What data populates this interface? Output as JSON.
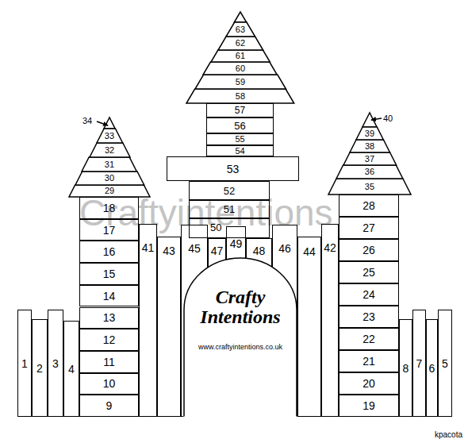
{
  "diagram": {
    "nodes": [
      {
        "text": [
          "1"
        ]
      },
      {
        "text": [
          "2"
        ]
      },
      {
        "text": [
          "3"
        ]
      },
      {
        "text": [
          "4"
        ]
      },
      {
        "text": [
          "5"
        ]
      },
      {
        "text": [
          "6"
        ]
      },
      {
        "text": [
          "7"
        ]
      },
      {
        "text": [
          "8"
        ]
      },
      {
        "text": [
          "9"
        ]
      },
      {
        "text": [
          "10"
        ]
      },
      {
        "text": [
          "11"
        ]
      },
      {
        "text": [
          "12"
        ]
      },
      {
        "text": [
          "13"
        ]
      },
      {
        "text": [
          "14"
        ]
      },
      {
        "text": [
          "15"
        ]
      },
      {
        "text": [
          "16"
        ]
      },
      {
        "text": [
          "17"
        ]
      },
      {
        "text": [
          "18"
        ]
      },
      {
        "text": [
          "19"
        ]
      },
      {
        "text": [
          "20"
        ]
      },
      {
        "text": [
          "21"
        ]
      },
      {
        "text": [
          "22"
        ]
      },
      {
        "text": [
          "23"
        ]
      },
      {
        "text": [
          "24"
        ]
      },
      {
        "text": [
          "25"
        ]
      },
      {
        "text": [
          "26"
        ]
      },
      {
        "text": [
          "27"
        ]
      },
      {
        "text": [
          "28"
        ]
      },
      {
        "text": [
          "29"
        ]
      },
      {
        "text": [
          "30"
        ]
      },
      {
        "text": [
          "31"
        ]
      },
      {
        "text": [
          "32"
        ]
      },
      {
        "text": [
          "33"
        ]
      },
      {
        "text": [
          "35"
        ]
      },
      {
        "text": [
          "36"
        ]
      },
      {
        "text": [
          "37"
        ]
      },
      {
        "text": [
          "38"
        ]
      },
      {
        "text": [
          "39"
        ]
      },
      {
        "text": [
          "41"
        ]
      },
      {
        "text": [
          "42"
        ]
      },
      {
        "text": [
          "43"
        ]
      },
      {
        "text": [
          "44"
        ]
      },
      {
        "text": [
          "45"
        ]
      },
      {
        "text": [
          "46"
        ]
      },
      {
        "text": [
          "47"
        ]
      },
      {
        "text": [
          "48"
        ]
      },
      {
        "text": [
          "49"
        ]
      },
      {
        "text": [
          "50"
        ]
      },
      {
        "text": [
          "51"
        ]
      },
      {
        "text": [
          "52"
        ]
      },
      {
        "text": [
          "53"
        ]
      },
      {
        "text": [
          "54"
        ]
      },
      {
        "text": [
          "55"
        ]
      },
      {
        "text": [
          "56"
        ]
      },
      {
        "text": [
          "57"
        ]
      },
      {
        "text": [
          "58"
        ]
      },
      {
        "text": [
          "59"
        ]
      },
      {
        "text": [
          "60"
        ]
      },
      {
        "text": [
          "61"
        ]
      },
      {
        "text": [
          "62"
        ]
      },
      {
        "text": [
          "63"
        ]
      }
    ],
    "labels": [
      "34",
      "40",
      "Craftyintentions",
      "Crafty Intentions",
      "www.craftyintentions.co.uk",
      "kpacota"
    ]
  }
}
